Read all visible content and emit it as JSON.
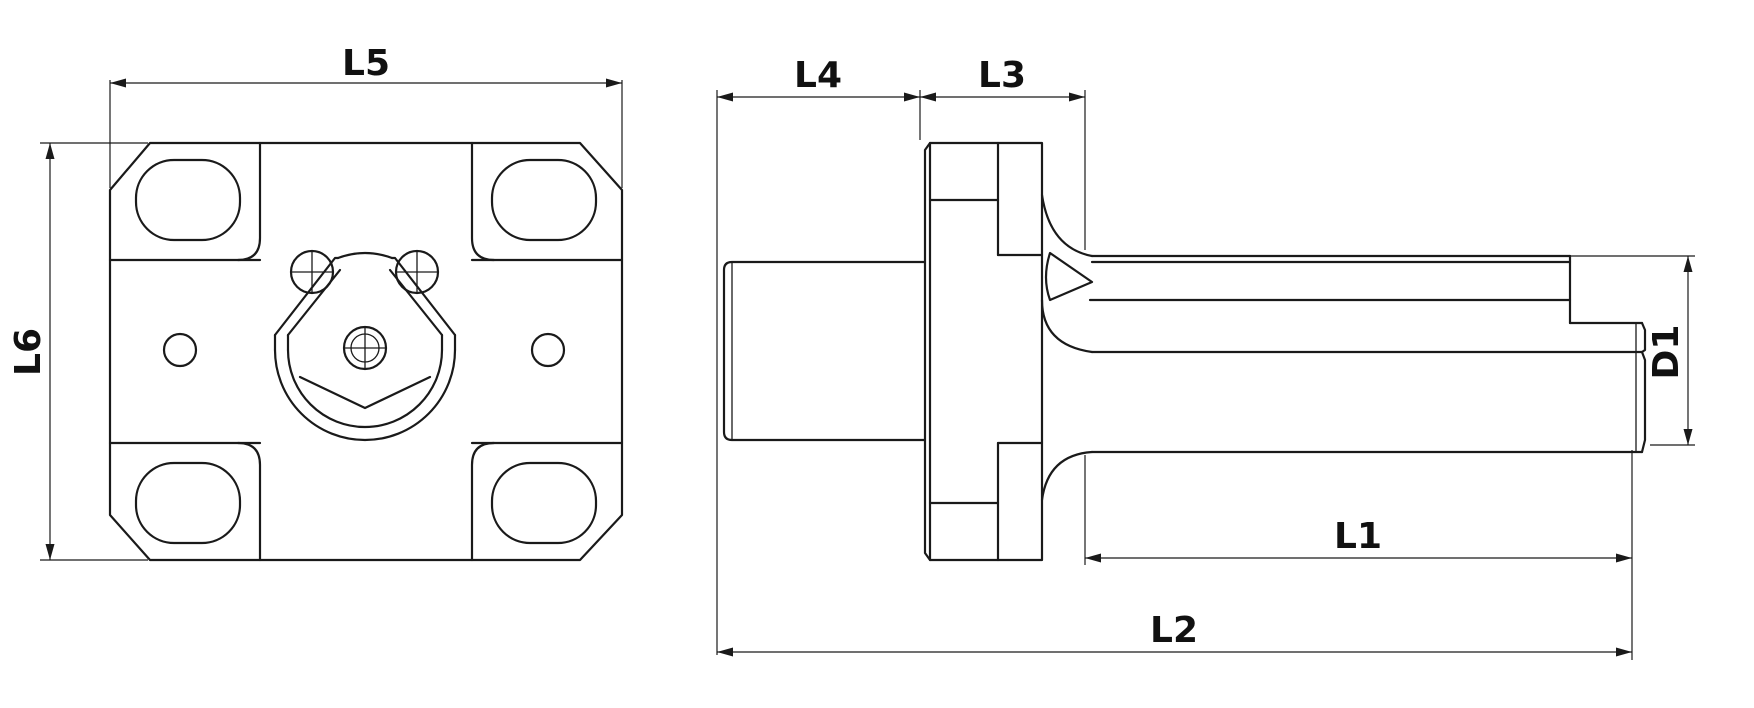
{
  "labels": {
    "l1": "L1",
    "l2": "L2",
    "l3": "L3",
    "l4": "L4",
    "l5": "L5",
    "l6": "L6",
    "d1": "D1"
  }
}
